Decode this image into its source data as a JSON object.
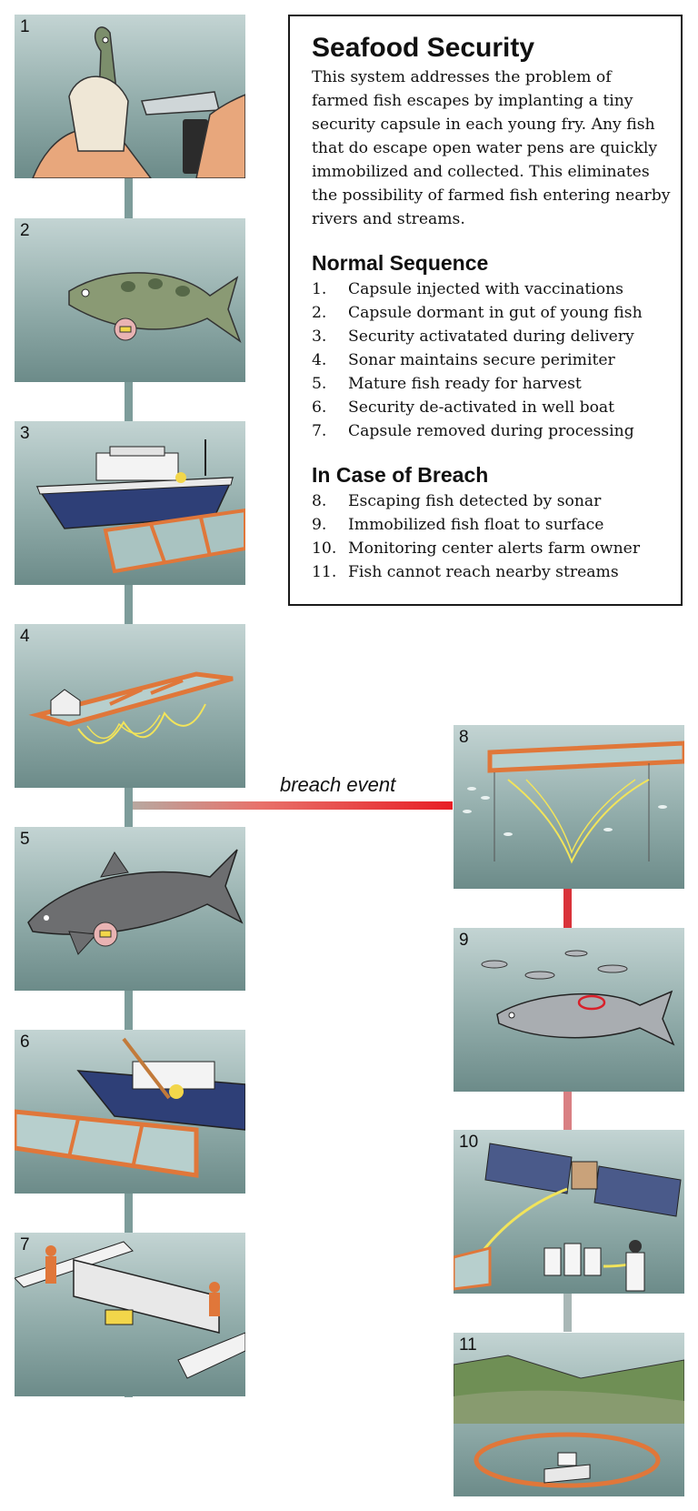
{
  "info": {
    "title": "Seafood Security",
    "intro": "This system addresses the problem of farmed fish escapes by implanting a tiny security capsule in each young fry.  Any fish that do escape open water pens are quickly immobilized and collected. This eliminates the possibility of farmed fish entering nearby rivers and streams.",
    "normal_heading": "Normal Sequence",
    "normal_steps": [
      {
        "num": "1.",
        "text": "Capsule injected with vaccinations"
      },
      {
        "num": "2.",
        "text": "Capsule dormant in gut of young fish"
      },
      {
        "num": "3.",
        "text": "Security activatated during delivery"
      },
      {
        "num": "4.",
        "text": "Sonar maintains secure perimiter"
      },
      {
        "num": "5.",
        "text": "Mature fish ready for harvest"
      },
      {
        "num": "6.",
        "text": "Security de-activated in well boat"
      },
      {
        "num": "7.",
        "text": "Capsule removed during processing"
      }
    ],
    "breach_heading": "In Case of Breach",
    "breach_steps": [
      {
        "num": "8.",
        "text": "Escaping fish detected by sonar"
      },
      {
        "num": "9.",
        "text": "Immobilized fish float to surface"
      },
      {
        "num": "10.",
        "text": "Monitoring center alerts farm owner"
      },
      {
        "num": "11.",
        "text": "Fish cannot reach nearby streams"
      }
    ]
  },
  "breach_label": "breach event",
  "panels": {
    "p1": "1",
    "p2": "2",
    "p3": "3",
    "p4": "4",
    "p5": "5",
    "p6": "6",
    "p7": "7",
    "p8": "8",
    "p9": "9",
    "p10": "10",
    "p11": "11"
  },
  "colors": {
    "panel_water": "#91acaa",
    "connector_left": "#7a9a98",
    "breach_red": "#e81e25",
    "pen_orange": "#e0773a",
    "sonar_yellow": "#f2e45a"
  }
}
